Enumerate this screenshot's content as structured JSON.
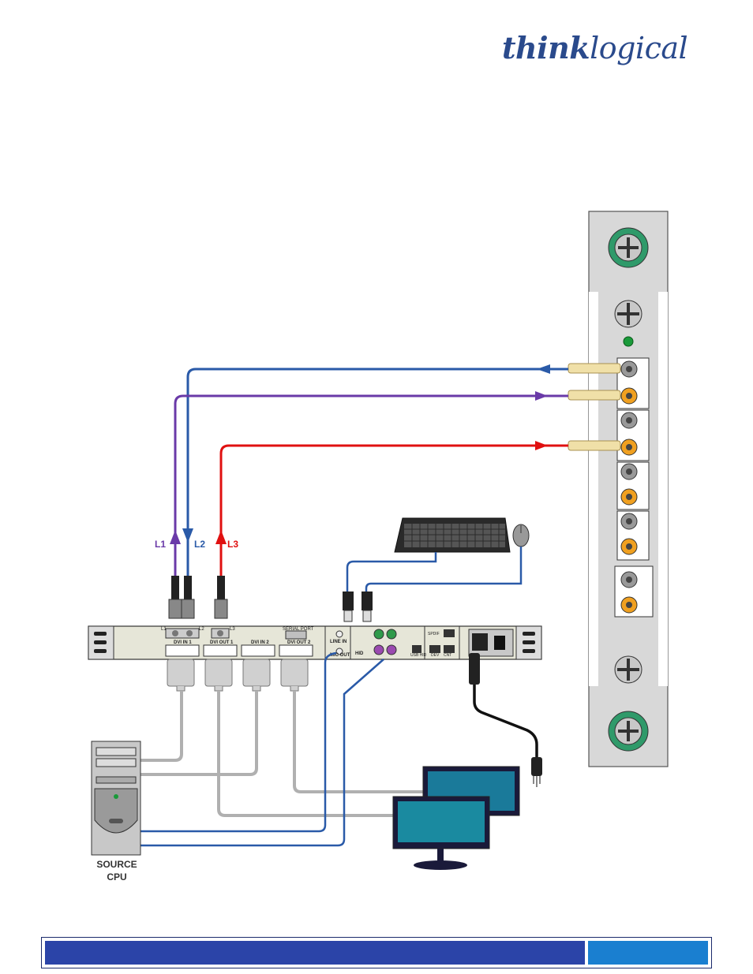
{
  "brand": {
    "think": "think",
    "logical": "logical",
    "color": "#2a4a8c"
  },
  "labels": {
    "l1": "L1",
    "l2": "L2",
    "l3": "L3",
    "source_cpu_line1": "SOURCE",
    "source_cpu_line2": "CPU",
    "port_l1": "L1",
    "port_l2": "L2",
    "port_l3": "L3",
    "serial_port": "SERIAL PORT",
    "dvi_in_1": "DVI IN 1",
    "dvi_out_1": "DVI OUT 1",
    "dvi_in_2": "DVI IN 2",
    "dvi_out_2": "DVI OUT 2",
    "line_in": "LINE IN",
    "mic_out": "MIC OUT",
    "hid": "HID",
    "usb_hid": "USB HID",
    "spdif": "SPDIF",
    "dev": "DEV",
    "ctrl": "CNT"
  },
  "colors": {
    "l1": "#6a3aa8",
    "l2": "#2a5aa8",
    "l3": "#e01010",
    "video_cable": "#b0b0b0",
    "footer_main": "#2b44a8",
    "footer_side": "#1a7fd0"
  }
}
